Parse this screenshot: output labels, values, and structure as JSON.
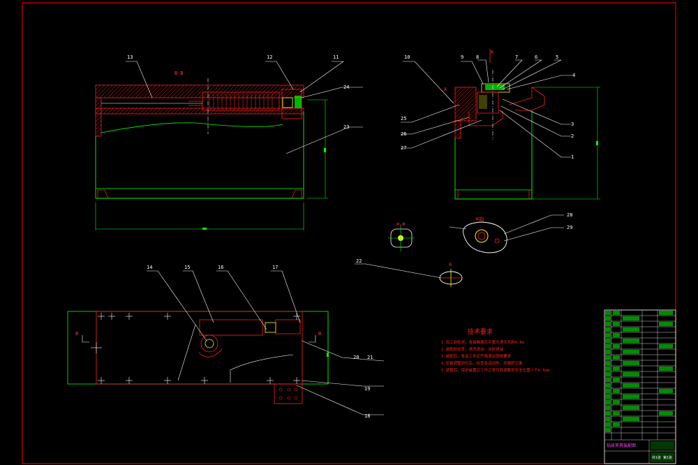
{
  "sections": {
    "bb": "B-B",
    "pp": "P-P",
    "k_view": "K向",
    "k_mark": "K",
    "a_mark": "A",
    "b_mark": "B"
  },
  "callouts": {
    "c1": "1",
    "c2": "2",
    "c3": "3",
    "c4": "4",
    "c5": "5",
    "c6": "6",
    "c7": "7",
    "c8": "8",
    "c9": "9",
    "c10": "10",
    "c11": "11",
    "c12": "12",
    "c13": "13",
    "c14": "14",
    "c15": "15",
    "c16": "16",
    "c17": "17",
    "c18": "18",
    "c19": "19",
    "c20": "20",
    "c21": "21",
    "c22": "22",
    "c23": "23",
    "c24": "24",
    "c25": "25",
    "c26": "26",
    "c27": "27",
    "c28": "28",
    "c29": "29"
  },
  "technical_requirements": {
    "title": "技术要求",
    "lines": [
      "1.加工前检测，各接触面应平整光滑无毛刺0.8m",
      "2.装配前检查，清洗清洁，涂防锈油",
      "3.装配后，各加工件应严格满足图纸要求",
      "4.安装调整到位后，检查各运动件，并做好记录",
      "5.调整后，保护装置应工作正常可靠调整到安全位置小于0.5mm"
    ]
  },
  "title_block": {
    "drawing_title": "钻床夹具装配图",
    "sheet": "共1张 第1张"
  },
  "colors": {
    "outline": "#ff0000",
    "geometry": "#00ff00",
    "leader": "#ffffff",
    "section": "#ff3030",
    "centerline": "#ffffff",
    "hatch": "#ff2020",
    "highlight": "#ffff00",
    "title_accent": "#ff40ff"
  }
}
